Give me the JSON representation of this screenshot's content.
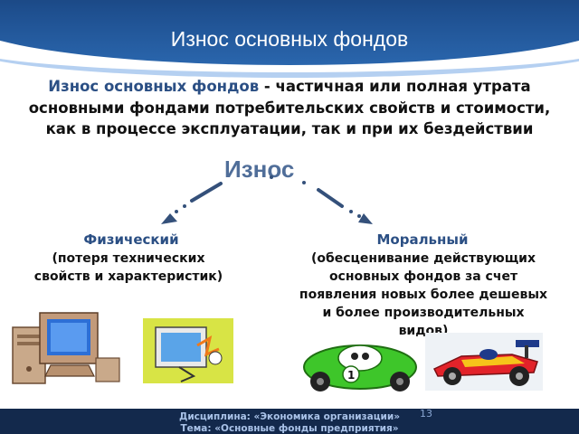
{
  "slide": {
    "title": "Износ основных фондов",
    "definition_term": "Износ основных фондов",
    "definition_rest": " - частичная или полная утрата основными фондами потребительских свойств и стоимости, как в процессе эксплуатации, так и при их бездействии",
    "center_label": "Износ",
    "left": {
      "title": "Физический",
      "desc": "(потеря технических свойств и характеристик)"
    },
    "right": {
      "title": "Моральный",
      "desc": "(обесценивание действующих основных фондов за счет появления новых более дешевых и более производительных видов)"
    },
    "footer": {
      "line1": "Дисциплина: «Экономика организации»",
      "line2": "Тема: «Основные фонды предприятия»"
    },
    "page_number": "13"
  },
  "colors": {
    "header_dark": "#0f2f5e",
    "accent_blue": "#2b4f84",
    "footer_bg": "#13294c"
  }
}
